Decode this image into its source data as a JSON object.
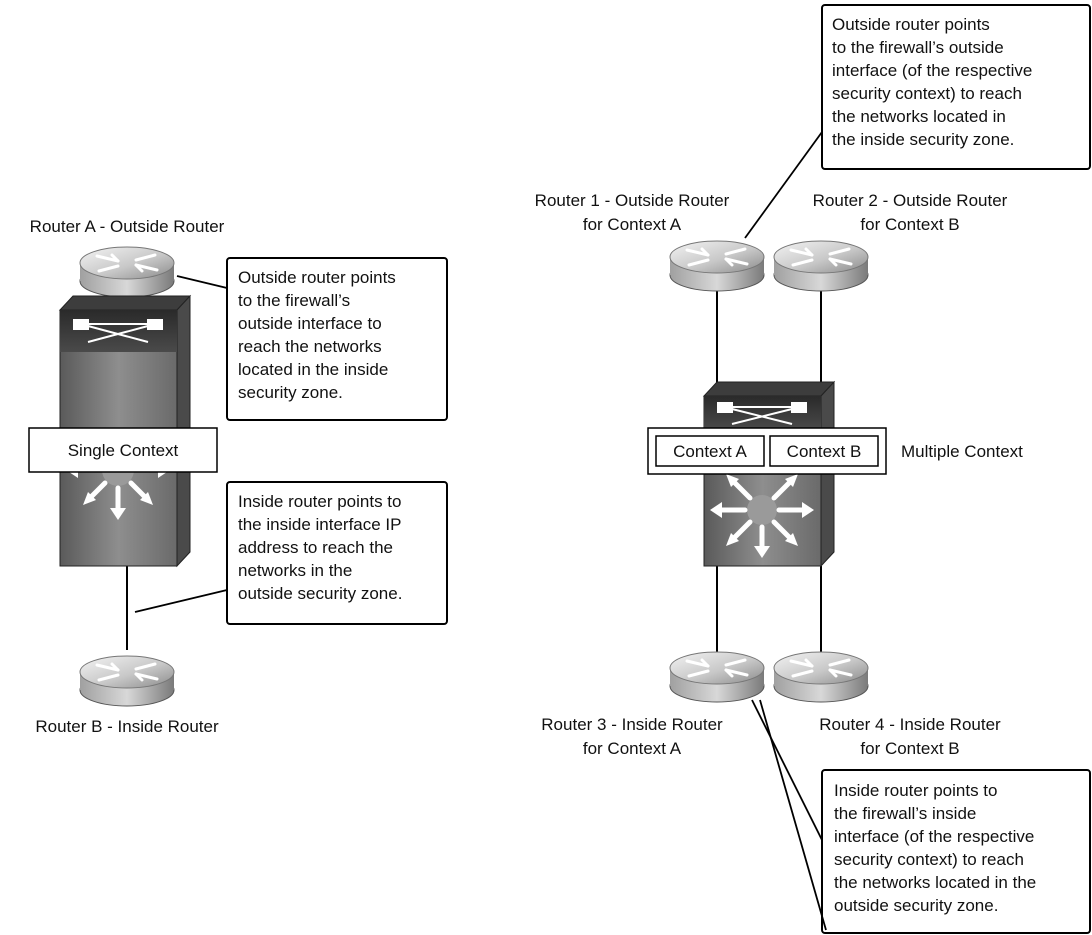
{
  "left": {
    "router_top_label": "Router A - Outside Router",
    "router_bottom_label": "Router B - Inside Router",
    "context_label": "Single Context",
    "callout_outside": [
      "Outside router points",
      "to the firewall’s",
      "outside interface to",
      "reach the networks",
      "located in the inside",
      "security zone."
    ],
    "callout_inside": [
      "Inside router points to",
      "the inside interface IP",
      "address to reach the",
      "networks in the",
      "outside security zone."
    ]
  },
  "right": {
    "router1_label": [
      "Router 1 - Outside Router",
      "for Context A"
    ],
    "router2_label": [
      "Router 2 - Outside Router",
      "for Context B"
    ],
    "router3_label": [
      "Router 3 - Inside Router",
      "for Context A"
    ],
    "router4_label": [
      "Router 4 - Inside Router",
      "for Context B"
    ],
    "context_a": "Context A",
    "context_b": "Context B",
    "multiple_context_label": "Multiple Context",
    "callout_top": [
      "Outside router points",
      "to the firewall’s outside",
      "interface (of the respective",
      "security context) to reach",
      "the networks located in",
      "the inside security zone."
    ],
    "callout_bottom": [
      "Inside router points to",
      "the firewall’s inside",
      "interface (of the respective",
      "security context) to reach",
      "the networks located in the",
      "outside security zone."
    ]
  },
  "icons": {
    "router": "router-icon",
    "firewall": "firewall-switch-icon"
  }
}
